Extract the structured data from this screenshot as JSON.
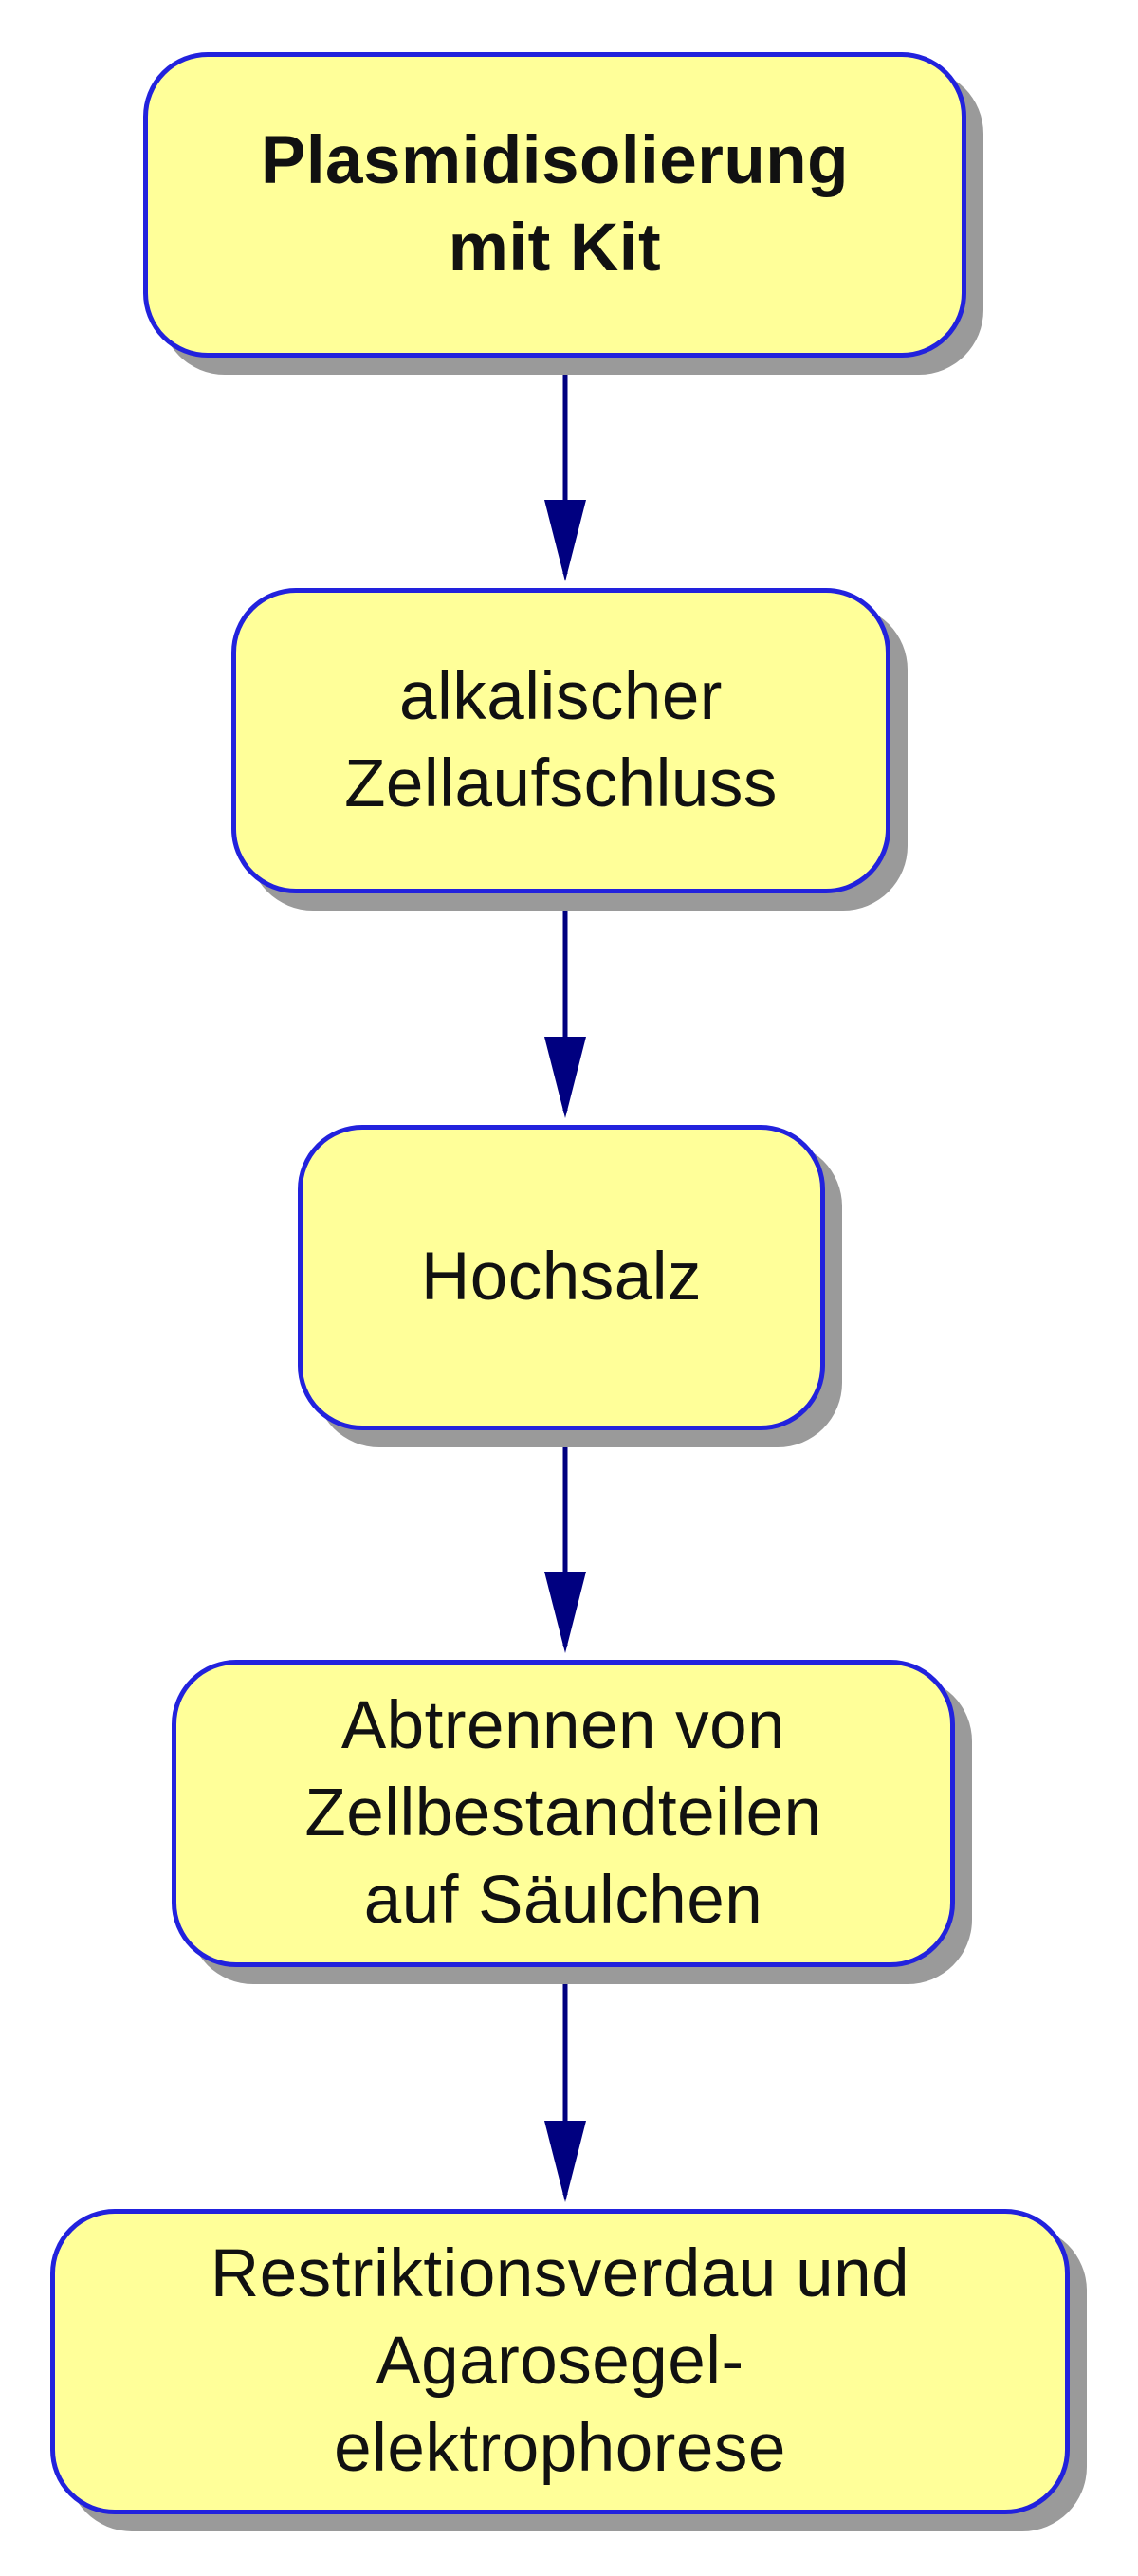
{
  "diagram": {
    "nodes": [
      {
        "id": "n1",
        "label": "Plasmidisolierung\nmit Kit"
      },
      {
        "id": "n2",
        "label": "alkalischer\nZellaufschluss"
      },
      {
        "id": "n3",
        "label": "Hochsalz"
      },
      {
        "id": "n4",
        "label": "Abtrennen von\nZellbestandteilen\nauf Säulchen"
      },
      {
        "id": "n5",
        "label": "Restriktionsverdau und\nAgarosegel-\nelektrophorese"
      }
    ],
    "edges": [
      {
        "from": "n1",
        "to": "n2"
      },
      {
        "from": "n2",
        "to": "n3"
      },
      {
        "from": "n3",
        "to": "n4"
      },
      {
        "from": "n4",
        "to": "n5"
      }
    ],
    "colors": {
      "node_fill": "#ffff99",
      "node_border": "#2222dd",
      "arrow": "#000080",
      "shadow": "#9a9a9a"
    }
  }
}
